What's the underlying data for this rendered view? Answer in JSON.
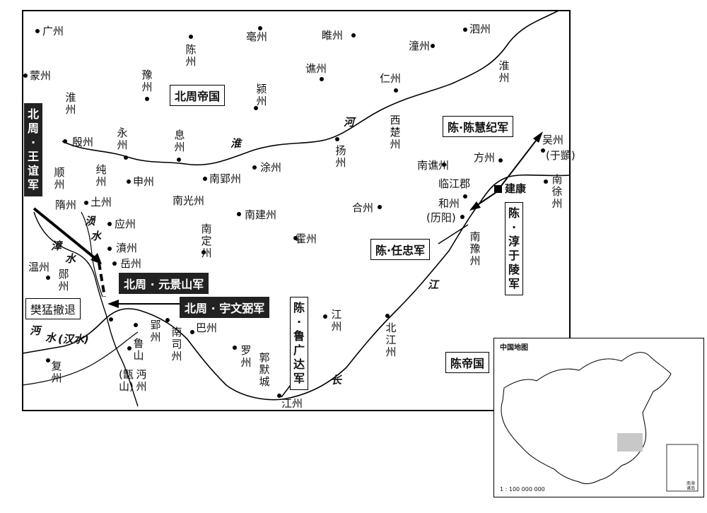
{
  "places": {
    "guangzhou": "广州",
    "bozhou": "亳州",
    "suizhou": "睢州",
    "sizhou": "泗州",
    "haozhou": "蒙州",
    "chenzhou": "陈州",
    "tongzhou": "潼州",
    "qiaozhou": "谯州",
    "huaizhou_e": "淮州",
    "yuzhou": "豫州",
    "yingzhou": "颍州",
    "renzhou": "仁州",
    "huaizhou_w": "淮州",
    "xichuzhou": "西楚州",
    "wuzhou": "吴州",
    "yuyi": "(于顗)",
    "yinzhou": "殷州",
    "yongzhou": "永州",
    "xizhou": "息州",
    "yangzhou": "扬州",
    "nanqiaozhou": "南谯州",
    "fangzhou": "方州",
    "nanxuzhou": "南徐州",
    "shunzhou": "顺州",
    "chunzhou": "纯州",
    "shenzhou": "申州",
    "nanyingzhou": "南郢州",
    "chuzhou": "涂州",
    "linjiangjun": "临江郡",
    "jiankang": "建康",
    "suizhou2": "隋州",
    "tuzhou": "土州",
    "nanguangzhou": "南光州",
    "hezhou": "合州",
    "hezhou2": "和州",
    "liyang": "(历阳)",
    "yingzhou2": "应州",
    "nanjianzhou": "南建州",
    "nandingzhou": "南定州",
    "huozhou": "霍州",
    "nanyuzhou": "南豫州",
    "wenzhou": "温州",
    "yunzhou": "郧州",
    "yuanzhou": "濆州",
    "yuezhou": "岳州",
    "jiangzhou": "江州",
    "beijiangzhou": "北江州",
    "yingzhou3": "郢州",
    "nansizhou": "南司州",
    "bazhou": "巴州",
    "luozhou": "罗州",
    "guomocheng": "郭默城",
    "jiangzhou2": "江州",
    "lushan": "鲁山",
    "mianzhou": "沔州",
    "zengshan": "(甑山)",
    "fuzhou": "复州"
  },
  "rivers": {
    "huai": "淮",
    "he": "河",
    "yun": "涢",
    "shui1": "水",
    "zhang": "漳",
    "shui2": "水",
    "mian": "沔",
    "shui3": "水",
    "hanshui": "(汉水)",
    "jiang": "江",
    "chang": "长"
  },
  "regions": {
    "north": "北周帝国",
    "chen": "陈帝国"
  },
  "armies": {
    "wangyi": "北周·王谊军",
    "yuanjingshan": "北周 · 元景山军",
    "yuwenbi": "北周 · 宇文弼军",
    "fanmeng": "樊猛撤退",
    "chenhuiji": "陈·陈慧纪军",
    "renzhong": "陈·任忠军",
    "chunyuling": "陈·淳于陵军",
    "luguangda": "陈·鲁广达军"
  },
  "inset": {
    "title": "中国地图",
    "scale": "1 : 100 000 000",
    "sea": "南海诸岛"
  },
  "colors": {
    "ink": "#111111",
    "army_fill": "#222222",
    "highlight": "#c8c8c8"
  }
}
